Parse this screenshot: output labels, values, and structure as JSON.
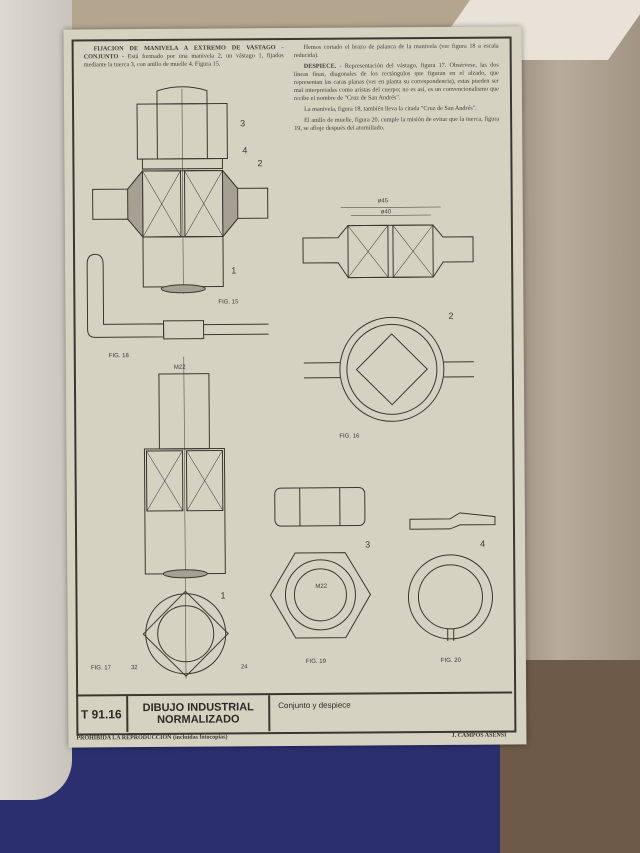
{
  "sheet": {
    "left_text": {
      "heading": "FIJACION DE MANIVELA A EXTREMO DE VASTAGO - CONJUNTO -",
      "body": "Está formado por una manivela 2, un vástago 1, fijados mediante la tuerca 3, con anillo de muelle 4. Figura 15."
    },
    "right_text": {
      "p1": "Hemos cortado el brazo de palanca de la manivela (ver figura 18 a escala reducida).",
      "p2_heading": "DESPIECE.",
      "p2_body": "- Representación del vástago, figura 17. Obsérvese, las dos líneas finas, diagonales de los rectángulos que figuran en el alzado, que representan las caras planas (ver en planta su correspondencia), estas pueden ser mal interpretadas como aristas del cuerpo; no es así, es un convencionalismo que recibe el nombre de \"Cruz de San Andrés\".",
      "p3": "La manivela, figura 18, también lleva la citada \"Cruz de San Andrés\".",
      "p4": "El anillo de muelle, figura 20, cumple la misión de evitar que la tuerca, figura 19, se afloje después del atornillado."
    },
    "figures": {
      "fig15": "FIG. 15",
      "fig16": "FIG. 16",
      "fig18": "FIG. 18",
      "fig17": "FIG. 17",
      "fig19": "FIG. 19",
      "fig20": "FIG. 20"
    },
    "dimensions": {
      "d45": "ø45",
      "d40": "ø40",
      "m22a": "M22",
      "m22b": "M22",
      "d32": "32",
      "d24": "24"
    },
    "part_numbers": {
      "p1": "1",
      "p2": "2",
      "p3": "3",
      "p4": "4"
    },
    "title_block": {
      "code": "T 91.16",
      "name_line1": "DIBUJO INDUSTRIAL",
      "name_line2": "NORMALIZADO",
      "description": "Conjunto y despiece"
    },
    "footer": {
      "left": "PROHIBIDA LA REPRODUCCION (incluidas fotocopias)",
      "right": "J. CAMPOS ASENSI"
    }
  }
}
